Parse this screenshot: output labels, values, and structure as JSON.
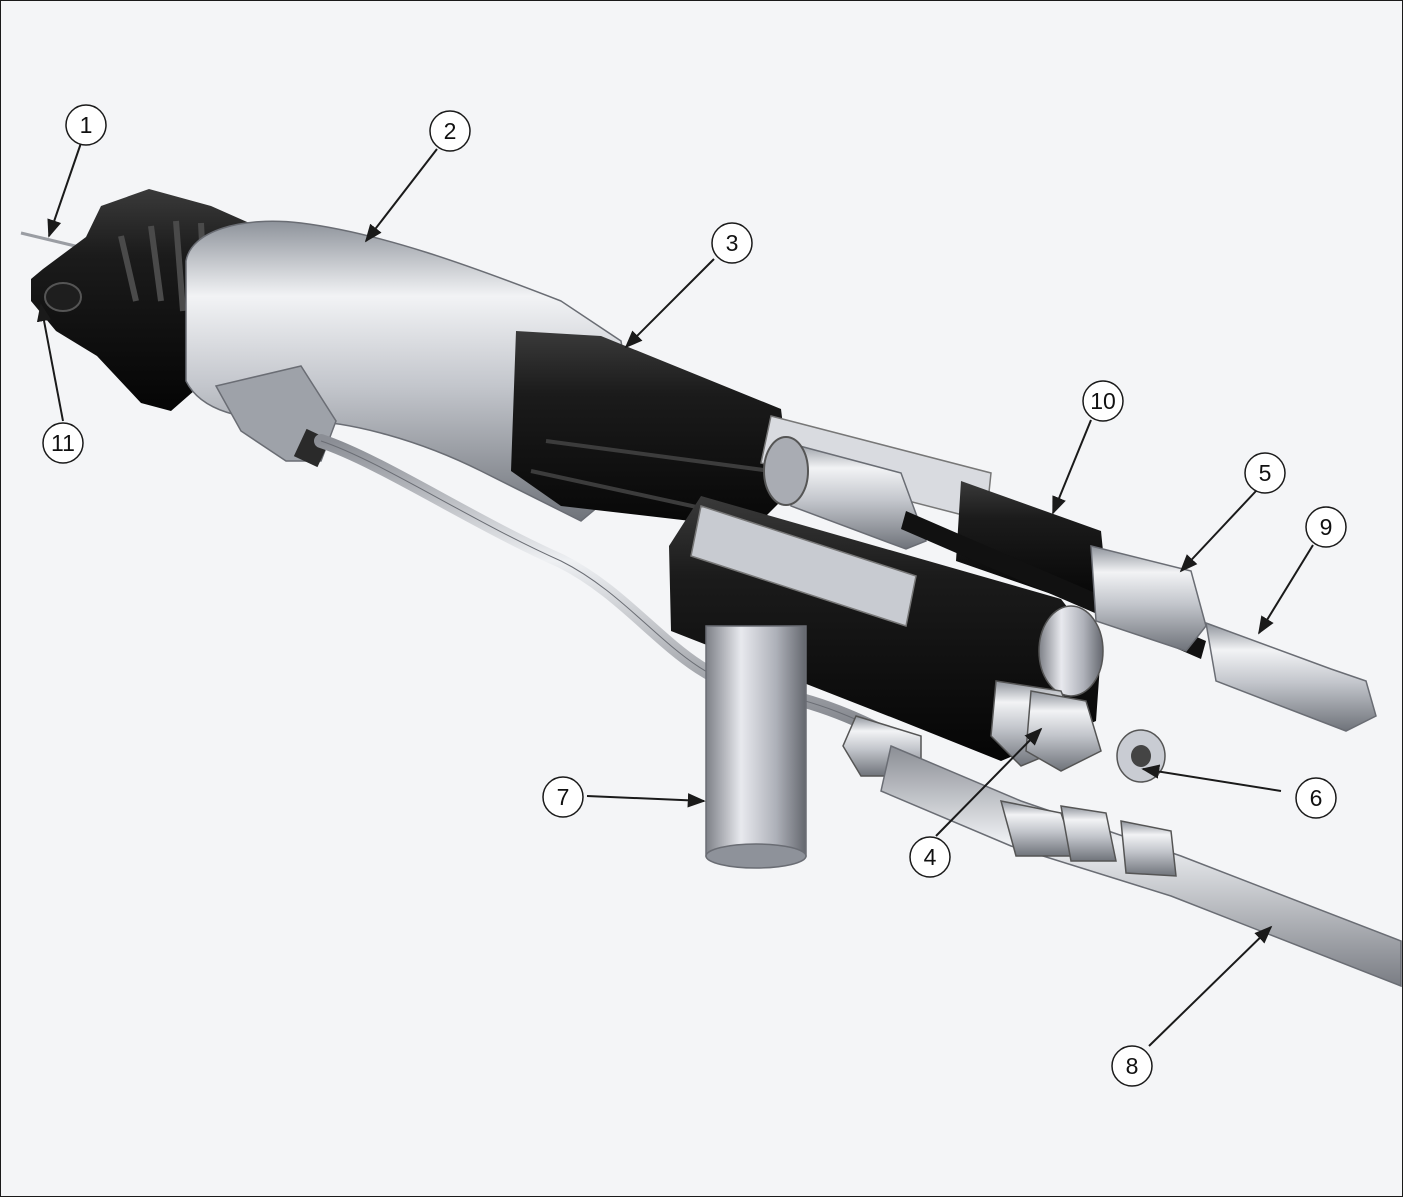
{
  "colors": {
    "background": "#f4f5f7",
    "body_silver": "#c9ccd3",
    "body_black": "#151515",
    "leader": "#1a1a1a"
  },
  "callouts": [
    {
      "id": "1",
      "label": "1"
    },
    {
      "id": "2",
      "label": "2"
    },
    {
      "id": "3",
      "label": "3"
    },
    {
      "id": "4",
      "label": "4"
    },
    {
      "id": "5",
      "label": "5"
    },
    {
      "id": "6",
      "label": "6"
    },
    {
      "id": "7",
      "label": "7"
    },
    {
      "id": "8",
      "label": "8"
    },
    {
      "id": "9",
      "label": "9"
    },
    {
      "id": "10",
      "label": "10"
    },
    {
      "id": "11",
      "label": "11"
    }
  ]
}
